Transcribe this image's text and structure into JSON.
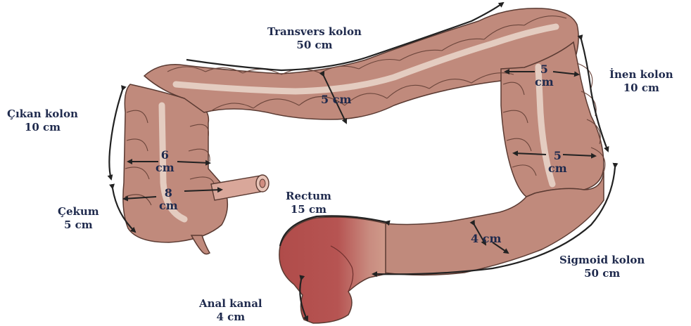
{
  "labels": {
    "transverse": {
      "name": "Transvers  kolon",
      "length": "50 cm"
    },
    "descending": {
      "name": "İnen kolon",
      "length": "10 cm"
    },
    "ascending": {
      "name": "Çıkan kolon",
      "length": "10 cm"
    },
    "cecum": {
      "name": "Çekum",
      "length": "5 cm"
    },
    "rectum": {
      "name": "Rectum",
      "length": "15 cm"
    },
    "sigmoid": {
      "name": "Sigmoid kolon",
      "length": "50 cm"
    },
    "anal": {
      "name": "Anal kanal",
      "length": "4 cm"
    }
  },
  "measurements": {
    "transverse_width": "5 cm",
    "descending_upper": {
      "num": "5",
      "unit": "cm"
    },
    "descending_lower": {
      "num": "5",
      "unit": "cm"
    },
    "ascending_width": {
      "num": "6",
      "unit": "cm"
    },
    "cecum_width": {
      "num": "8",
      "unit": "cm"
    },
    "sigmoid_width": "4 cm"
  },
  "colors": {
    "colon_fill": "#c08a7c",
    "colon_stroke": "#5a3a32",
    "band": "#ead7cc",
    "rectum_fill": "#b65452",
    "text": "#1f2a4d",
    "arrow": "#222222"
  }
}
